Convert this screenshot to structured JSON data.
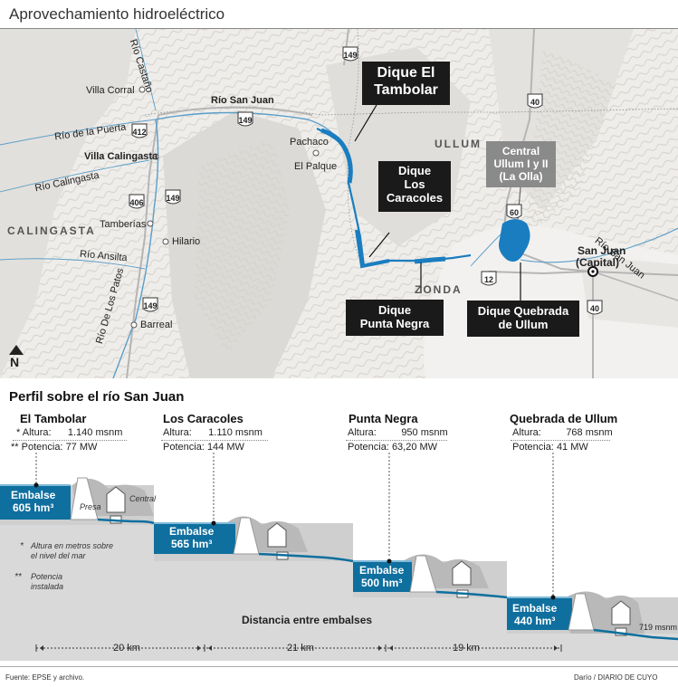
{
  "title": "Aprovechamiento hidroeléctrico",
  "map": {
    "regions": {
      "ullum": "ULLUM",
      "calingasta": "CALINGASTA",
      "zonda": "ZONDA"
    },
    "rivers": {
      "castano": "Río Castaño",
      "san_juan": "Río San Juan",
      "san_juan_east": "Río San Juan",
      "puerta": "Río de la Puerta",
      "calingasta": "Río Calingasta",
      "ansilta": "Río Ansilta",
      "patos": "Río De Los Patos"
    },
    "towns": {
      "villa_corral": "Villa Corral",
      "villa_calingasta": "Villa Calingasta",
      "tamberias": "Tamberías",
      "hilario": "Hilario",
      "barreal": "Barreal",
      "pachaco": "Pachaco",
      "el_palque": "El Palque",
      "san_juan_1": "San Juan",
      "san_juan_2": "(Capital)"
    },
    "routes": {
      "r149a": "149",
      "r149b": "149",
      "r149c": "149",
      "r149d": "149",
      "r412": "412",
      "r406": "406",
      "r40a": "40",
      "r40b": "40",
      "r60": "60",
      "r12": "12"
    },
    "callouts": {
      "tambolar": [
        "Dique El",
        "Tambolar"
      ],
      "caracoles": [
        "Dique",
        "Los",
        "Caracoles"
      ],
      "central": [
        "Central",
        "Ullum I y II",
        "(La Olla)"
      ],
      "punta_negra": [
        "Dique",
        "Punta Negra"
      ],
      "quebrada": [
        "Dique Quebrada",
        "de Ullum"
      ]
    },
    "north_label": "N"
  },
  "profile": {
    "title": "Perfil sobre el río San Juan",
    "dams": [
      {
        "name": "El Tambolar",
        "altura_label": "Altura:",
        "altura": "1.140 msnm",
        "potencia_label": "Potencia:",
        "potencia": "77 MW",
        "embalse": [
          "Embalse",
          "605 hm³"
        ]
      },
      {
        "name": "Los Caracoles",
        "altura_label": "Altura:",
        "altura": "1.110 msnm",
        "potencia_label": "Potencia:",
        "potencia": "144 MW",
        "embalse": [
          "Embalse",
          "565 hm³"
        ]
      },
      {
        "name": "Punta Negra",
        "altura_label": "Altura:",
        "altura": "950 msnm",
        "potencia_label": "Potencia:",
        "potencia": "63,20 MW",
        "embalse": [
          "Embalse",
          "500 hm³"
        ]
      },
      {
        "name": "Quebrada de Ullum",
        "altura_label": "Altura:",
        "altura": "768 msnm",
        "potencia_label": "Potencia:",
        "potencia": "41 MW",
        "embalse": [
          "Embalse",
          "440 hm³"
        ]
      }
    ],
    "star1": "*",
    "star2": "**",
    "presa_label": "Presa",
    "central_label": "Central",
    "note1_star": "*",
    "note1": [
      "Altura en metros sobre",
      "el nivel del mar"
    ],
    "note2_star": "**",
    "note2": [
      "Potencia",
      "instalada"
    ],
    "distance_title": "Distancia entre embalses",
    "distances": [
      "20 km",
      "21 km",
      "19 km"
    ],
    "end_altitude": "719 msnm"
  },
  "footer": {
    "source": "Fuente: EPSE y archivo.",
    "credit": "Darío / DIARIO DE CUYO"
  },
  "colors": {
    "water": "#0f6f9e",
    "river_map": "#1a7dc0",
    "terrain": "#d6d6d6",
    "callout": "#1a1a1a",
    "callout_grey": "#8a8a8a"
  }
}
